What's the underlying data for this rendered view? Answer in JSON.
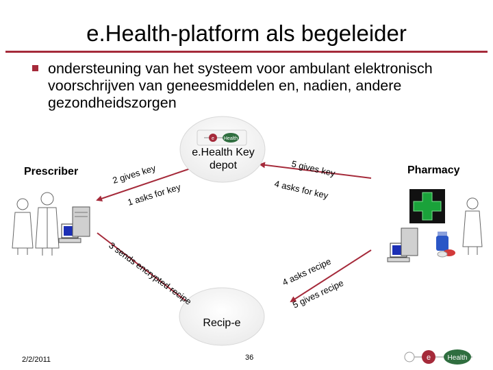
{
  "title": "e.Health-platform als begeleider",
  "bullet": "ondersteuning van het systeem voor ambulant elektronisch voorschrijven van geneesmiddelen en, nadien, andere gezondheidszorgen",
  "nodes": {
    "prescriber": "Prescriber",
    "pharmacy": "Pharmacy",
    "key_depot": "e.Health Key depot",
    "recipe": "Recip-e"
  },
  "logo": {
    "e": "e",
    "health": "Health"
  },
  "edges": {
    "e1": "1 asks for key",
    "e2": "2 gives key",
    "e3": "3 sends encrypted recipe",
    "e4a": "4 asks for key",
    "e5a": "5 gives key",
    "e4b": "4 asks recipe",
    "e5b": "5 gives recipe"
  },
  "footer": {
    "date": "2/2/2011",
    "page": "36"
  },
  "colors": {
    "accent": "#a52a3a",
    "logo_green": "#2f6e3f",
    "pharmacy_cross": "#1aa23a"
  }
}
